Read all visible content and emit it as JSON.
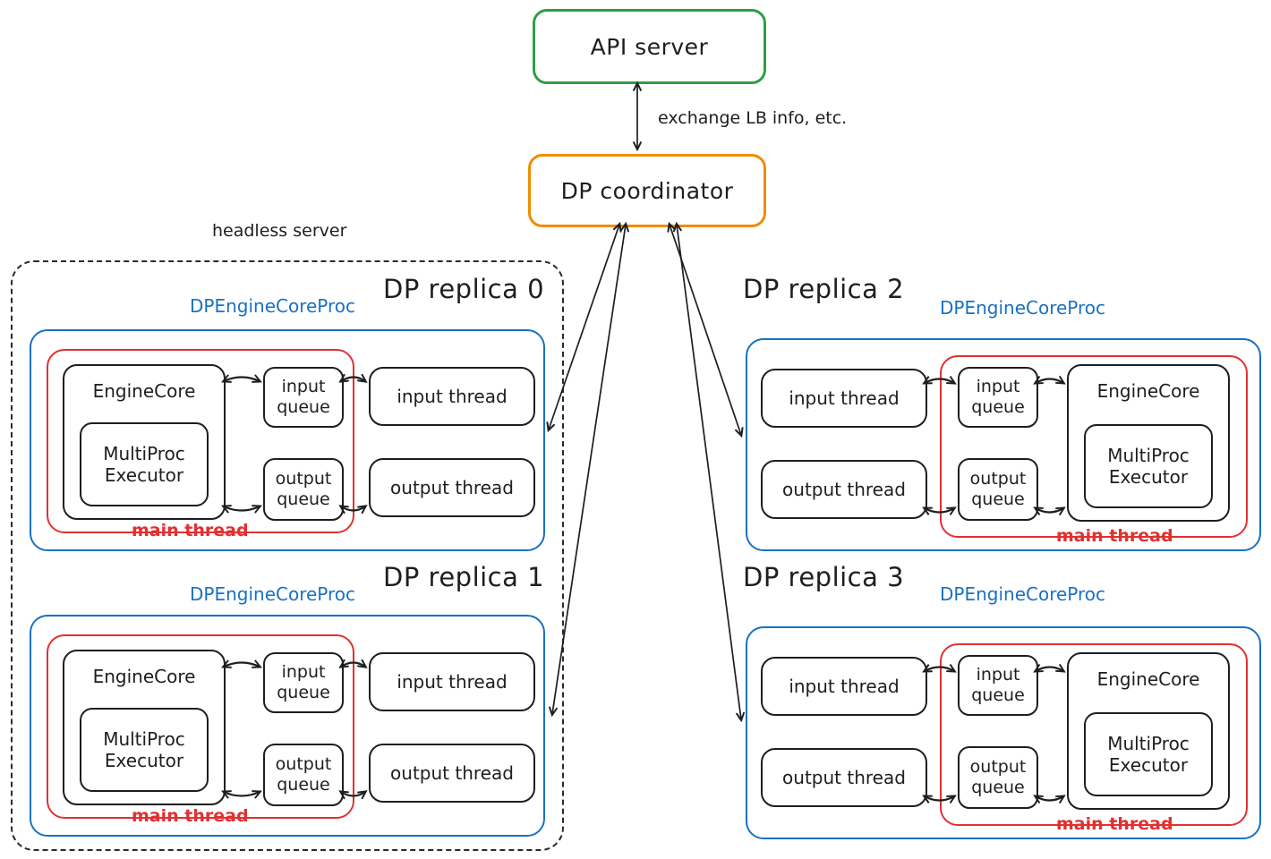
{
  "colors": {
    "green": "#2f9e44",
    "orange": "#f08c00",
    "blue": "#1971c2",
    "red": "#e03131",
    "ink": "#1e1e1e"
  },
  "api_server": {
    "label": "API server"
  },
  "coordinator": {
    "label": "DP coordinator"
  },
  "link_label": "exchange LB info, etc.",
  "headless_server_label": "headless server",
  "shared": {
    "proc_label": "DPEngineCoreProc",
    "engine_core": "EngineCore",
    "executor": "MultiProc\nExecutor",
    "input_queue": "input\nqueue",
    "output_queue": "output\nqueue",
    "input_thread": "input thread",
    "output_thread": "output thread",
    "main_thread": "main thread"
  },
  "replicas": [
    {
      "title": "DP replica 0"
    },
    {
      "title": "DP replica 1"
    },
    {
      "title": "DP replica 2"
    },
    {
      "title": "DP replica 3"
    }
  ]
}
